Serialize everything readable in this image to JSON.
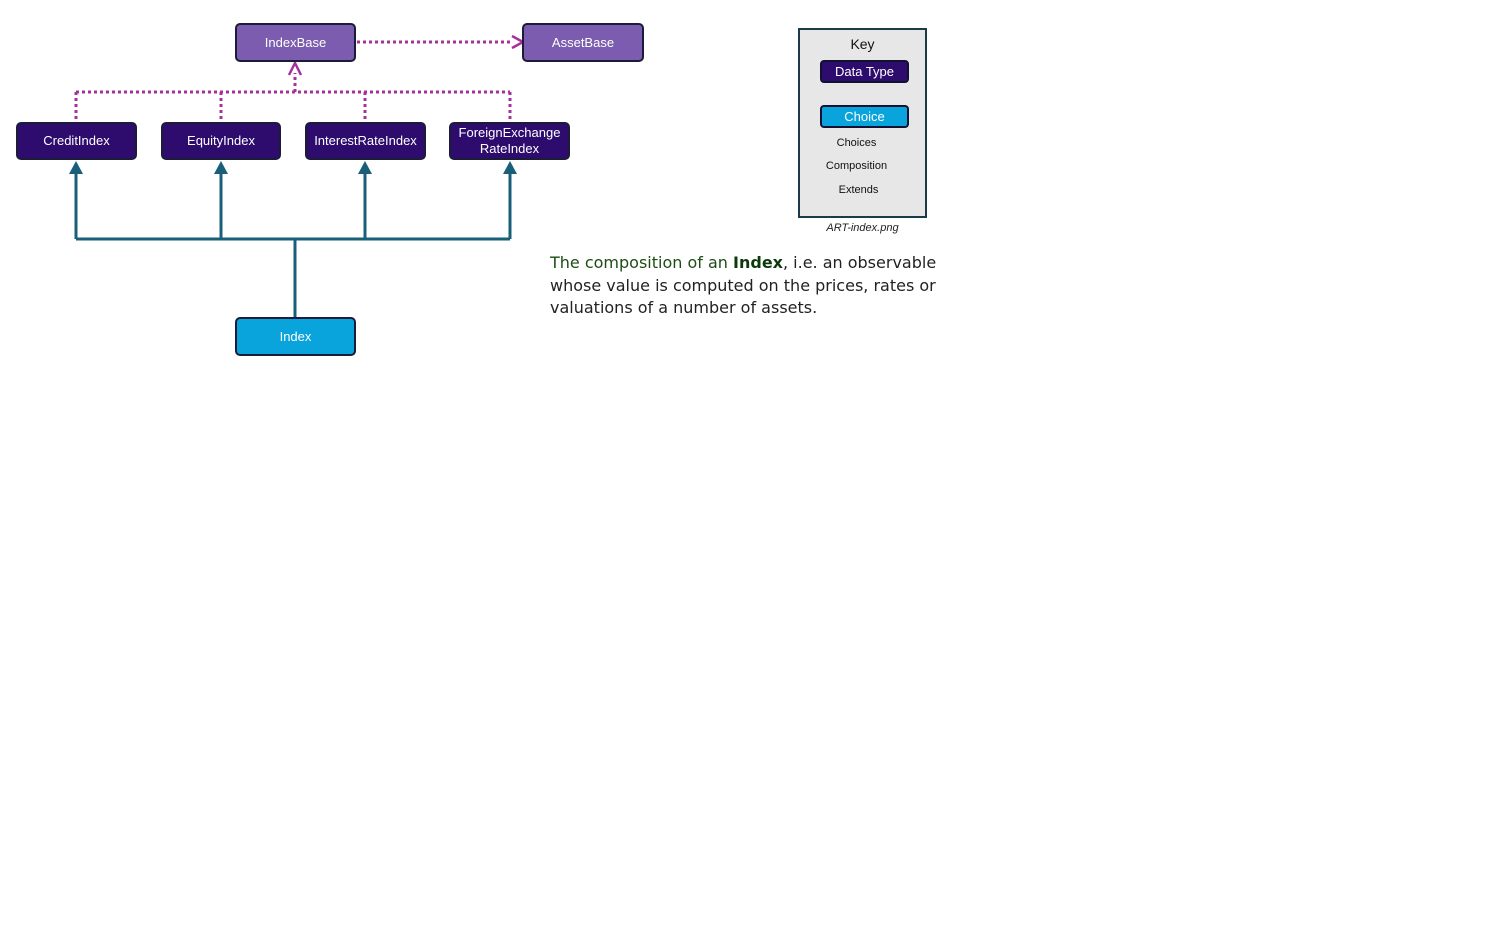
{
  "diagram": {
    "nodes": {
      "index_base": "IndexBase",
      "asset_base": "AssetBase",
      "credit_index": "CreditIndex",
      "equity_index": "EquityIndex",
      "interest_rate_index": "InterestRateIndex",
      "fx_rate_index_line1": "ForeignExchange",
      "fx_rate_index_line2": "RateIndex",
      "index": "Index"
    }
  },
  "key": {
    "title": "Key",
    "data_type": "Data Type",
    "choice": "Choice",
    "choices_label": "Choices",
    "composition_label": "Composition",
    "extends_label": "Extends"
  },
  "caption": {
    "filename": "ART-index.png"
  },
  "description": {
    "lead": "The composition of an ",
    "term": "Index",
    "rest": ", i.e. an observable whose value is computed on the prices, rates or valuations of a number of assets."
  },
  "colors": {
    "base_node": "#7b5cae",
    "data_type": "#2d0c6e",
    "choice": "#0aa4dc",
    "choices_arrow": "#1a5f7a",
    "composition_arrow": "#3b0f7a",
    "extends_arrow": "#a8309a",
    "key_background": "#e7e7e7"
  }
}
